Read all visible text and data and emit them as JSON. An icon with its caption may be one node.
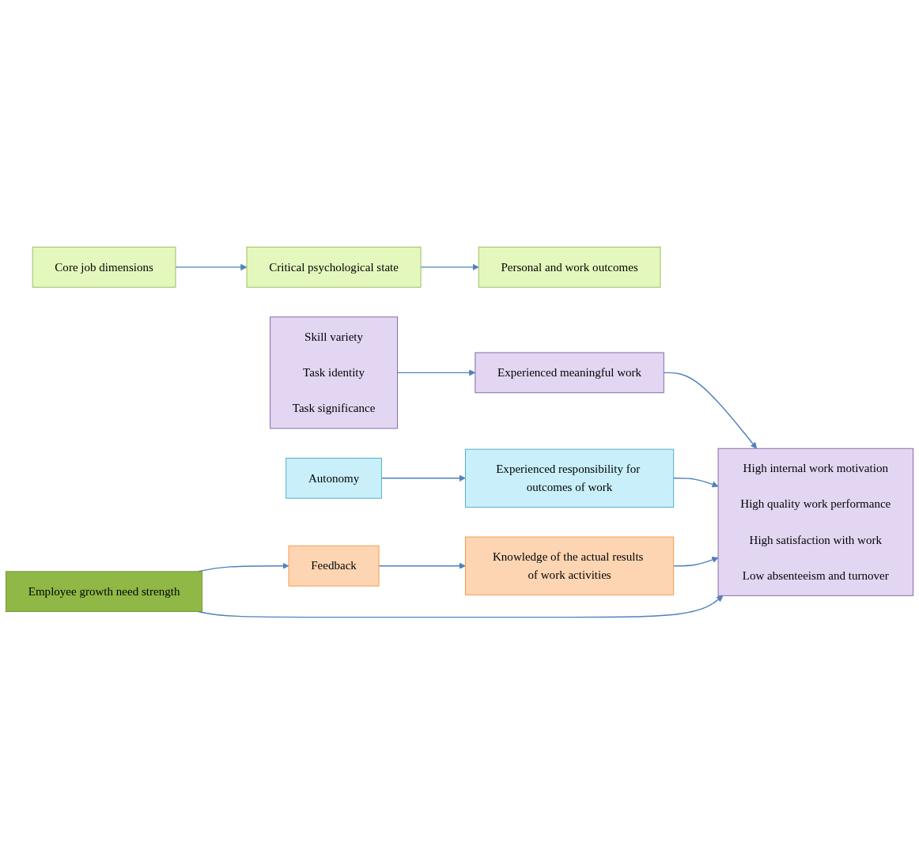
{
  "diagram": {
    "nodes": [
      {
        "text": [
          "Core job dimensions"
        ]
      },
      {
        "text": [
          "Critical psychological state"
        ]
      },
      {
        "text": [
          "Personal and work outcomes"
        ]
      },
      {
        "text": [
          "Skill variety",
          "Task identity",
          "Task significance"
        ]
      },
      {
        "text": [
          "Experienced meaningful work"
        ]
      },
      {
        "text": [
          "High internal work motivation",
          "High quality work performance",
          "High satisfaction with work",
          "Low absenteeism and turnover"
        ]
      },
      {
        "text": [
          "Autonomy"
        ]
      },
      {
        "text": [
          "Experienced responsibility for outcomes of work"
        ]
      },
      {
        "text": [
          "Feedback"
        ]
      },
      {
        "text": [
          "Knowledge of the actual results of work activities"
        ]
      },
      {
        "text": [
          "Employee growth need strength"
        ]
      }
    ],
    "edges": [
      {
        "from": 0,
        "to": 1,
        "arrow": "to"
      },
      {
        "from": 1,
        "to": 2,
        "arrow": "to"
      },
      {
        "from": 3,
        "to": 4,
        "arrow": "to"
      },
      {
        "from": 4,
        "to": 5,
        "arrow": "to"
      },
      {
        "from": 6,
        "to": 7,
        "arrow": "to"
      },
      {
        "from": 7,
        "to": 5,
        "arrow": "to"
      },
      {
        "from": 8,
        "to": 9,
        "arrow": "to"
      },
      {
        "from": 9,
        "to": 5,
        "arrow": "to"
      },
      {
        "from": 10,
        "to": 8,
        "arrow": "to"
      },
      {
        "from": 10,
        "to": 5,
        "arrow": "to"
      }
    ]
  }
}
